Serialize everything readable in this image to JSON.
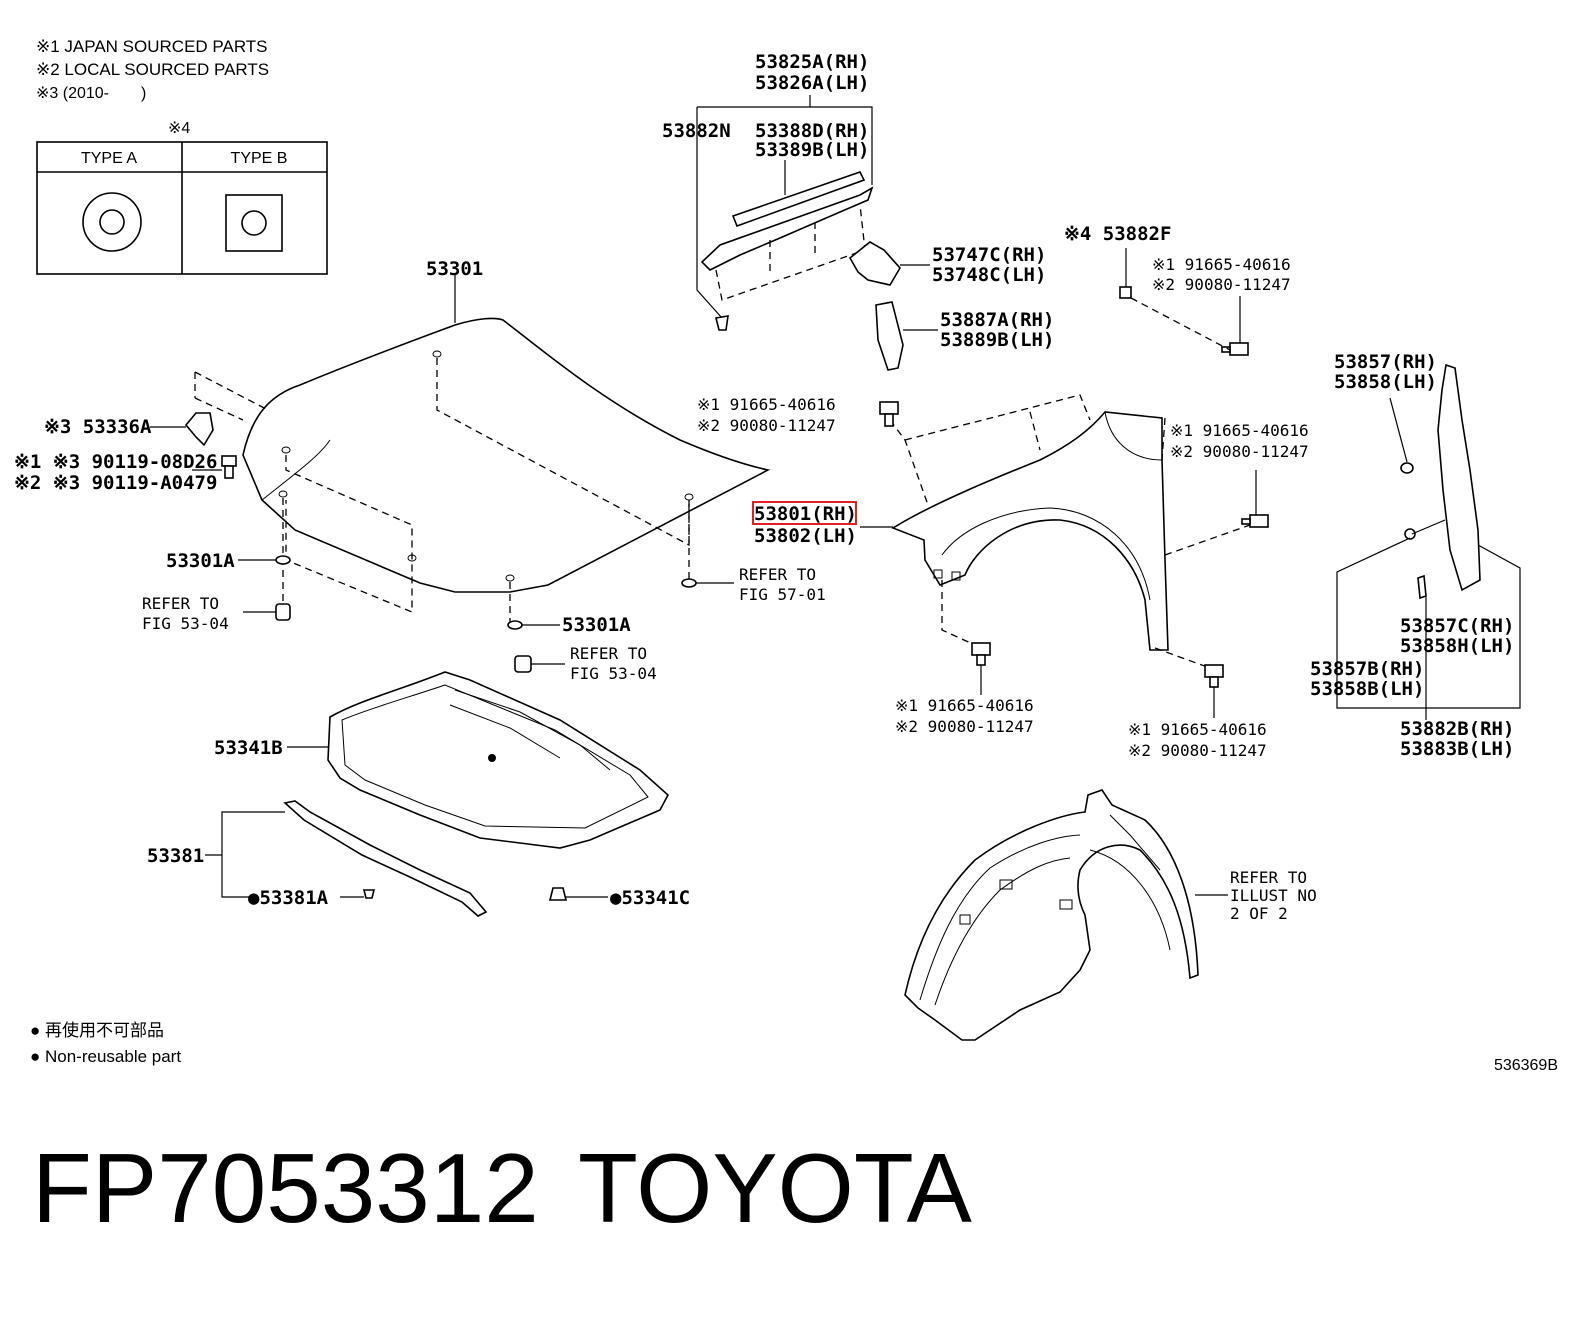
{
  "notes": {
    "line1": "※1 JAPAN SOURCED PARTS",
    "line2": "※2 LOCAL SOURCED PARTS",
    "line3": "※3 (2010-　　)"
  },
  "type_table": {
    "ref": "※4",
    "col_a": "TYPE A",
    "col_b": "TYPE B"
  },
  "labels": {
    "p53825a": "53825A(RH)",
    "p53826a": "53826A(LH)",
    "p53882n": "53882N",
    "p53388d": "53388D(RH)",
    "p53389b": "53389B(LH)",
    "p53747c": "53747C(RH)",
    "p53748c": "53748C(LH)",
    "p53887a": "53887A(RH)",
    "p53889b": "53889B(LH)",
    "p53882f": "※4 53882F",
    "b1_a": "※1 91665-40616",
    "b1_b": "※2 90080-11247",
    "b2_a": "※1 91665-40616",
    "b2_b": "※2 90080-11247",
    "b3_a": "※1 91665-40616",
    "b3_b": "※2 90080-11247",
    "b4_a": "※1 91665-40616",
    "b4_b": "※2 90080-11247",
    "b5_a": "※1 91665-40616",
    "b5_b": "※2 90080-11247",
    "p53301": "53301",
    "p53336a": "※3 53336A",
    "p90119a": "※1 ※3 90119-08D26",
    "p90119b": "※2 ※3 90119-A0479",
    "p53301a_l": "53301A",
    "ref53_04_l1": "REFER TO",
    "ref53_04_l2": "FIG 53-04",
    "p53301a_c": "53301A",
    "ref53_04_c1": "REFER TO",
    "ref53_04_c2": "FIG 53-04",
    "ref57_01_1": "REFER TO",
    "ref57_01_2": "FIG 57-01",
    "p53801": "53801(RH)",
    "p53802": "53802(LH)",
    "p53857": "53857(RH)",
    "p53858": "53858(LH)",
    "p53857c": "53857C(RH)",
    "p53858h": "53858H(LH)",
    "p53857b": "53857B(RH)",
    "p53858b": "53858B(LH)",
    "p53882b": "53882B(RH)",
    "p53883b": "53883B(LH)",
    "p53341b": "53341B",
    "p53381": "53381",
    "p53381a": "●53381A",
    "p53341c": "●53341C",
    "ill1": "REFER TO",
    "ill2": "ILLUST NO",
    "ill3": "2 OF 2"
  },
  "legend": {
    "jp": "● 再使用不可部品",
    "en": "● Non-reusable part"
  },
  "illustration_id": "536369B",
  "footer": {
    "part_number": "FP7053312",
    "brand": "TOYOTA"
  },
  "colors": {
    "highlight": "#e02020"
  }
}
